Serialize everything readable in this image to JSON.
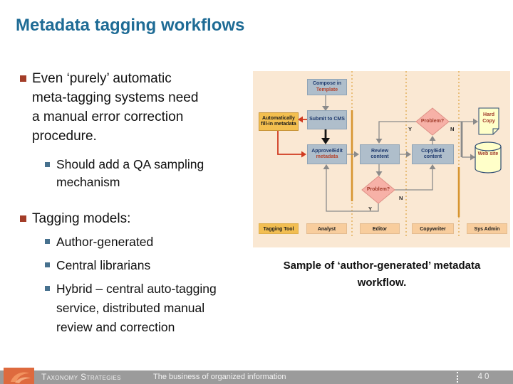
{
  "title": "Metadata tagging workflows",
  "content": {
    "bullet1": "Even ‘purely’ automatic meta-tagging systems need a manual error correction procedure.",
    "bullet1_sub": "Should add a QA sampling mechanism",
    "bullet2": "Tagging models:",
    "bullet2_subs": [
      "Author-generated",
      "Central librarians",
      "Hybrid – central auto-tagging service, distributed manual review and correction"
    ]
  },
  "diagram": {
    "caption": "Sample of ‘author-generated’ metadata workflow.",
    "nodes": {
      "compose_line1": "Compose in",
      "compose_line2": "Template",
      "auto_line1": "Automatically",
      "auto_line2": "fill-in metadata",
      "submit": "Submit to CMS",
      "approve_line1": "Approve/Edit",
      "approve_line2": "metadata",
      "review_line1": "Review",
      "review_line2": "content",
      "copyedit_line1": "Copy/Edit",
      "copyedit_line2": "content",
      "problem": "Problem?",
      "hardcopy": "Hard Copy",
      "website": "Web site",
      "yes": "Y",
      "no": "N"
    },
    "lanes": [
      "Tagging Tool",
      "Analyst",
      "Editor",
      "Copywriter",
      "Sys Admin"
    ],
    "colors": {
      "panel_background": "#FAE8D3",
      "process_box": "#AFBECB",
      "highlight_box": "#F3BF4F",
      "decision_diamond": "#F7B1A7",
      "output_shape": "#FFFFC9",
      "navy_text": "#1F3A6E",
      "red_text": "#B5432D",
      "red_arrow": "#D03A20",
      "lane_line": "#D79530"
    }
  },
  "footer": {
    "brand": "Taxonomy Strategies",
    "tagline": "The business of organized information",
    "page": "40"
  }
}
